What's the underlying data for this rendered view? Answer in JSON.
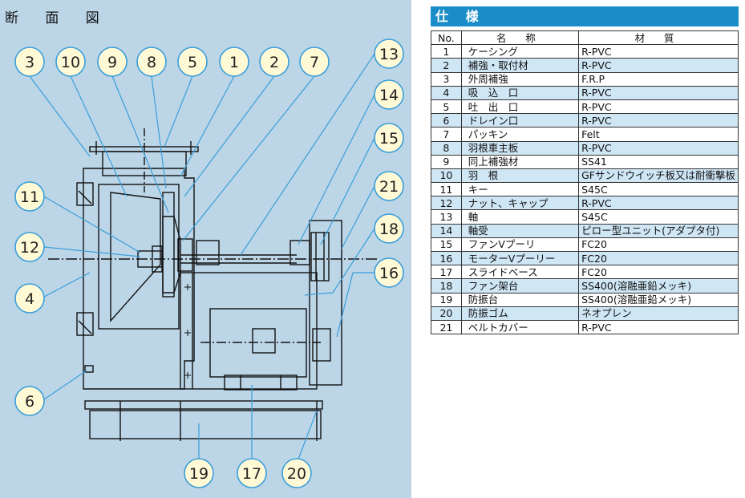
{
  "section_title": "断 面 図",
  "spec_title": "仕 様",
  "table": {
    "headers": [
      "No.",
      "名 称",
      "材 質"
    ],
    "rows": [
      {
        "no": "1",
        "name": "ケーシング",
        "material": "R-PVC"
      },
      {
        "no": "2",
        "name": "補強・取付材",
        "material": "R-PVC"
      },
      {
        "no": "3",
        "name": "外周補強",
        "material": "F.R.P"
      },
      {
        "no": "4",
        "name": "吸　込　口",
        "material": "R-PVC"
      },
      {
        "no": "5",
        "name": "吐　出　口",
        "material": "R-PVC"
      },
      {
        "no": "6",
        "name": "ドレイン口",
        "material": "R-PVC"
      },
      {
        "no": "7",
        "name": "パッキン",
        "material": "Felt"
      },
      {
        "no": "8",
        "name": "羽根車主板",
        "material": "R-PVC"
      },
      {
        "no": "9",
        "name": "同上補強材",
        "material": "SS41"
      },
      {
        "no": "10",
        "name": "羽　根",
        "material": "GFサンドウイッチ板又は耐衝撃板"
      },
      {
        "no": "11",
        "name": "キー",
        "material": "S45C"
      },
      {
        "no": "12",
        "name": "ナット、キャップ",
        "material": "R-PVC"
      },
      {
        "no": "13",
        "name": "軸",
        "material": "S45C"
      },
      {
        "no": "14",
        "name": "軸受",
        "material": "ピロー型ユニット(アダプタ付)"
      },
      {
        "no": "15",
        "name": "ファンVプーリ",
        "material": "FC20"
      },
      {
        "no": "16",
        "name": "モーターVプーリー",
        "material": "FC20"
      },
      {
        "no": "17",
        "name": "スライドベース",
        "material": "FC20"
      },
      {
        "no": "18",
        "name": "ファン架台",
        "material": "SS400(溶融亜鉛メッキ)"
      },
      {
        "no": "19",
        "name": "防振台",
        "material": "SS400(溶融亜鉛メッキ)"
      },
      {
        "no": "20",
        "name": "防振ゴム",
        "material": "ネオプレン"
      },
      {
        "no": "21",
        "name": "ベルトカバー",
        "material": "R-PVC"
      }
    ]
  },
  "callouts": {
    "c3": "3",
    "c10": "10",
    "c9": "9",
    "c8": "8",
    "c5": "5",
    "c1": "1",
    "c2": "2",
    "c7": "7",
    "c13": "13",
    "c14": "14",
    "c15": "15",
    "c21": "21",
    "c18": "18",
    "c16": "16",
    "c11": "11",
    "c12": "12",
    "c4": "4",
    "c6": "6",
    "c19": "19",
    "c17": "17",
    "c20": "20"
  },
  "colors": {
    "panel_bg": "#bcd6e8",
    "header_bg": "#1a8cc7",
    "row_alt": "#cfe6f5",
    "callout_fill": "#fff9d6",
    "callout_stroke": "#3a9ed8",
    "leader": "#3a9ed8"
  }
}
